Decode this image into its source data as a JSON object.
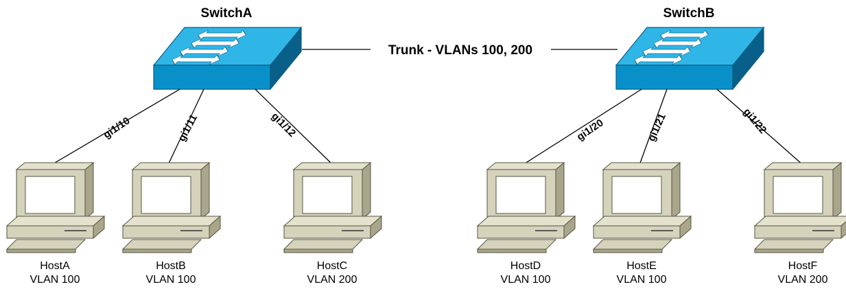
{
  "switches": [
    {
      "name": "SwitchA"
    },
    {
      "name": "SwitchB"
    }
  ],
  "trunk": {
    "label": "Trunk - VLANs 100, 200"
  },
  "ports": [
    "gi1/10",
    "gi1/11",
    "gi1/12",
    "gi1/20",
    "gi1/21",
    "gi1/22"
  ],
  "hosts": [
    {
      "name": "HostA",
      "vlan": "VLAN 100"
    },
    {
      "name": "HostB",
      "vlan": "VLAN 100"
    },
    {
      "name": "HostC",
      "vlan": "VLAN 200"
    },
    {
      "name": "HostD",
      "vlan": "VLAN 100"
    },
    {
      "name": "HostE",
      "vlan": "VLAN 100"
    },
    {
      "name": "HostF",
      "vlan": "VLAN 200"
    }
  ],
  "colors": {
    "switch_top": "#2fb6e6",
    "switch_front": "#0a90c9",
    "switch_side": "#075f8a",
    "pc_body": "#d6d3bd",
    "pc_dark": "#a9a68c"
  }
}
